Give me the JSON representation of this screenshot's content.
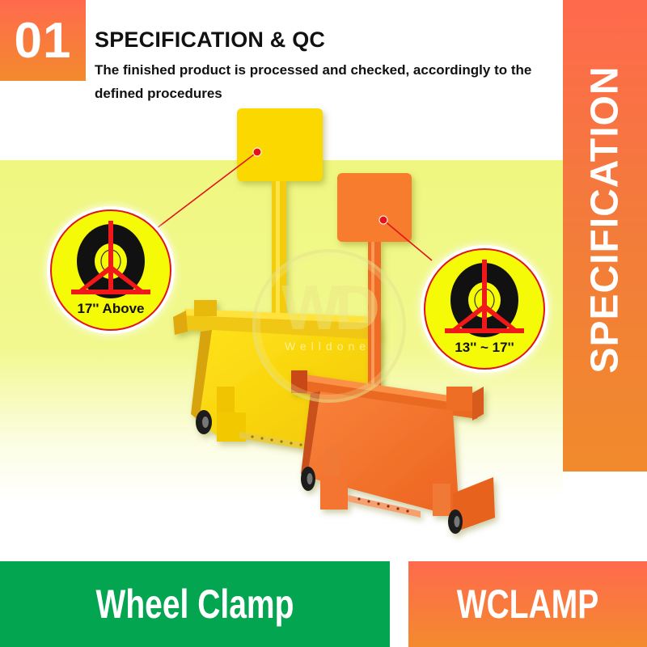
{
  "header": {
    "number": "01",
    "title": "SPECIFICATION & QC",
    "subtitle": "The finished product is processed and checked, accordingly to the defined procedures"
  },
  "side_banner": {
    "label": "SPECIFICATION"
  },
  "callouts": [
    {
      "label": "17'' Above",
      "color": "#f5fa06",
      "border": "#e0141c",
      "points_to": "yellow-clamp"
    },
    {
      "label": "13'' ~ 17''",
      "color": "#f5fa06",
      "border": "#e0141c",
      "points_to": "orange-clamp"
    }
  ],
  "watermark": {
    "logo": "WD",
    "text": "Welldone"
  },
  "footer": {
    "product_name": "Wheel Clamp",
    "model_code": "WCLAMP"
  },
  "colors": {
    "accent_orange_top": "#ff6a4d",
    "accent_orange_bottom": "#f38a2e",
    "green": "#04a550",
    "band_yellow": "#eff780",
    "clamp_yellow": "#f9d90c",
    "clamp_orange": "#f4742a",
    "callout_red": "#e0141c"
  },
  "icons": [
    "tire-clamp-icon",
    "tire-clamp-icon"
  ]
}
